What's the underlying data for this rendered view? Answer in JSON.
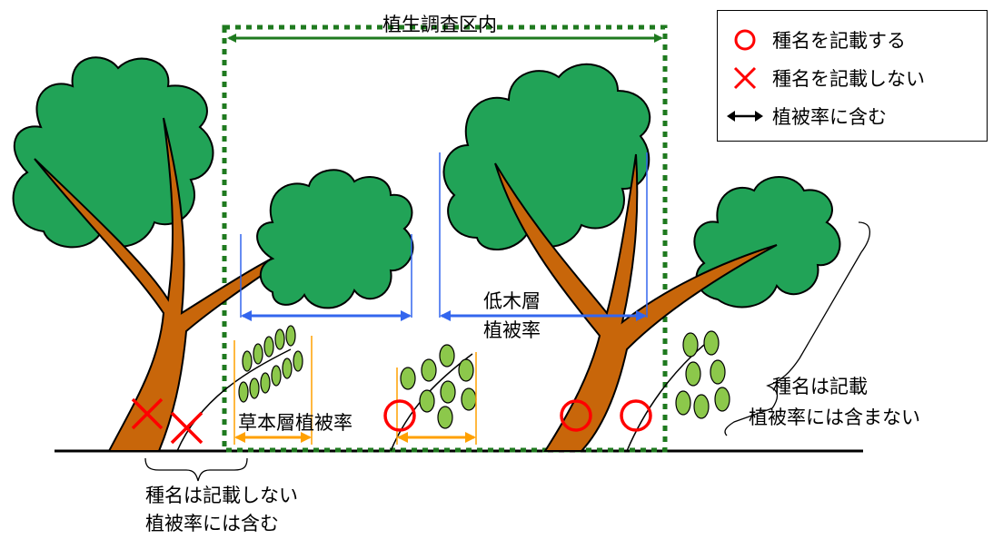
{
  "survey_area": {
    "label": "植生調査区内"
  },
  "legend": {
    "items": [
      {
        "symbol": "circle",
        "color": "#ff0000",
        "label": "種名を記載する"
      },
      {
        "symbol": "cross",
        "color": "#ff0000",
        "label": "種名を記載しない"
      },
      {
        "symbol": "double-arrow",
        "color": "#000000",
        "label": "植被率に含む"
      }
    ]
  },
  "labels": {
    "shrub_cover_line1": "低木層",
    "shrub_cover_line2": "植被率",
    "herb_cover": "草本層植被率",
    "outside_left_line1": "種名は記載しない",
    "outside_left_line2": "植被率には含む",
    "outside_right_line1": "種名は記載",
    "outside_right_line2": "植被率には含まない"
  },
  "colors": {
    "survey_border": "#1f7a1f",
    "foliage": "#21a357",
    "trunk": "#c8660a",
    "shrub_arrow": "#3366ee",
    "herb_arrow": "#ffa000",
    "marker": "#ff0000",
    "leaf": "#8cc84b"
  }
}
